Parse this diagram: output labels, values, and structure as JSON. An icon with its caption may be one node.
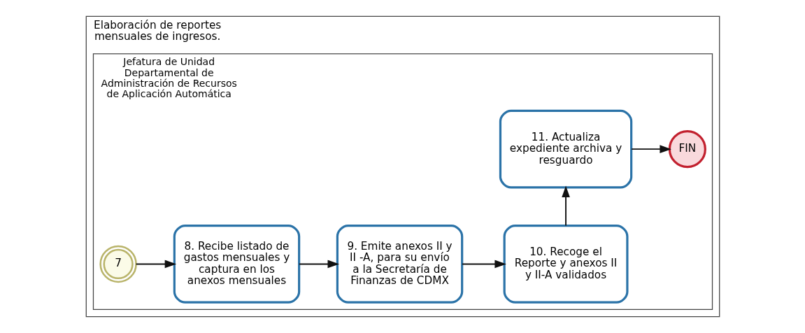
{
  "diagram": {
    "nodes": [
      {
        "text": [
          "Elaboración de reportes mensuales de ingresos."
        ]
      },
      {
        "text": [
          "Jefatura de Unidad Departamental de Administración de Recursos de Aplicación Automática"
        ],
        "in": 0
      },
      {
        "text": [
          "7"
        ],
        "in": 1
      },
      {
        "text": [
          "8. Recibe listado de gastos mensuales y captura en los anexos mensuales"
        ],
        "in": 1
      },
      {
        "text": [
          "9. Emite anexos II y II -A, para su envío a la Secretaría de Finanzas de CDMX"
        ],
        "in": 1
      },
      {
        "text": [
          "10. Recoge el Reporte y anexos II y II-A validados"
        ],
        "in": 1
      },
      {
        "text": [
          "11. Actualiza expediente archiva y resguardo"
        ],
        "in": 1
      },
      {
        "text": [
          "FIN"
        ],
        "in": 1
      }
    ],
    "edges": [
      {
        "from": 2,
        "to": 3,
        "arrow": "to"
      },
      {
        "from": 3,
        "to": 4,
        "arrow": "to"
      },
      {
        "from": 4,
        "to": 5,
        "arrow": "to"
      },
      {
        "from": 5,
        "to": 6,
        "arrow": "to"
      },
      {
        "from": 6,
        "to": 7,
        "arrow": "to"
      }
    ]
  }
}
